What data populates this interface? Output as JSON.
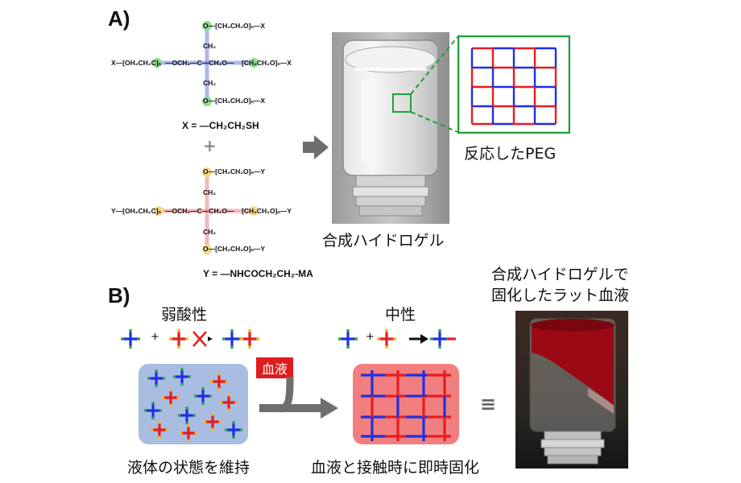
{
  "panel_a": {
    "letter": "A)",
    "mol1": {
      "top": "O—[CH₂CH₂O]ₙ—X",
      "ch2_top": "CH₂",
      "left": "X—[OH₂CH₂C]ₙ",
      "center": "—OCH₂—C—CH₂O—",
      "right": "[CH₂CH₂O]ₙ—X",
      "ch2_bottom": "CH₂",
      "bottom": "O—[CH₂CH₂O]ₙ—X",
      "formula": "X = —CH₂CH₂SH"
    },
    "plus": "+",
    "mol2": {
      "top": "O—[CH₂CH₂O]ₙ—Y",
      "ch2_top": "CH₂",
      "left": "Y—[OH₂CH₂C]ₙ",
      "center": "—OCH₂—C—CH₂O—",
      "right": "[CH₂CH₂O]ₙ—Y",
      "ch2_bottom": "CH₂",
      "bottom": "O—[CH₂CH₂O]ₙ—Y",
      "formula": "Y = —NHCOCH₂CH₂-MA"
    },
    "hydrogel_caption": "合成ハイドロゲル",
    "peg_caption": "反応したPEG"
  },
  "panel_b": {
    "letter": "B)",
    "acidic_label": "弱酸性",
    "neutral_label": "中性",
    "plus1": "+",
    "plus2": "+",
    "blood_tag": "血液",
    "liquid_caption": "液体の状態を維持",
    "solidify_caption": "血液と接触時に即時固化",
    "equiv": "≡",
    "rat_caption_line1": "合成ハイドロゲルで",
    "rat_caption_line2": "固化したラット血液"
  },
  "colors": {
    "blue": "#1f2fe0",
    "red": "#e81c1c",
    "green": "#2fa84a",
    "yellow": "#f0c020",
    "arrow_gray": "#6e6e6e",
    "box_blue_bg": "#a9bde3",
    "box_red_bg": "#f27f7f",
    "blood_tag_bg": "#e01c1c",
    "mol1_line": "#6a7fe0",
    "mol2_line": "#ee8a8a"
  }
}
